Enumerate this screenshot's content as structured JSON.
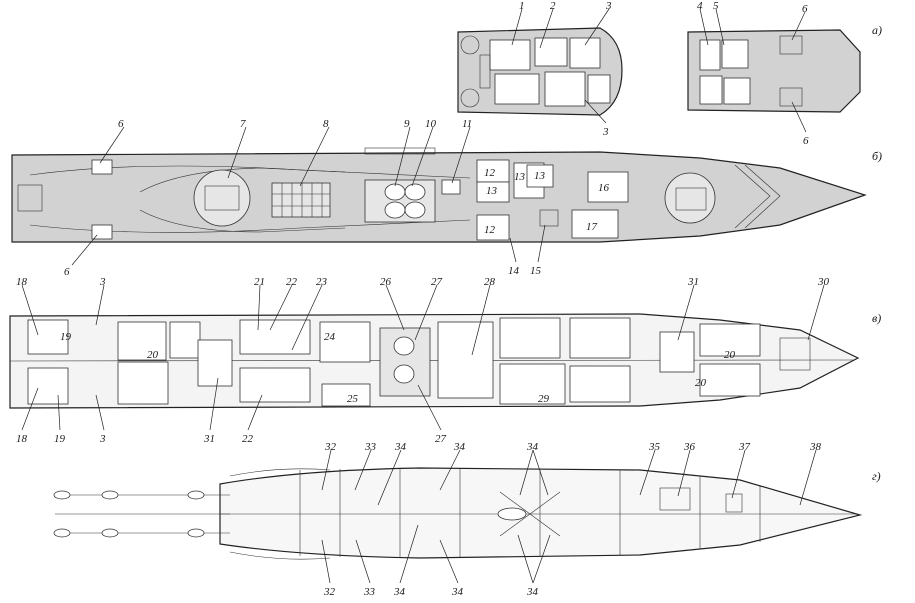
{
  "views": [
    {
      "id": "a",
      "label": "а)"
    },
    {
      "id": "b",
      "label": "б)"
    },
    {
      "id": "v",
      "label": "в)"
    },
    {
      "id": "g",
      "label": "г)"
    }
  ],
  "callouts_a": [
    "1",
    "2",
    "3",
    "3",
    "4",
    "5",
    "6",
    "6"
  ],
  "callouts_b": [
    "6",
    "7",
    "8",
    "9",
    "10",
    "11",
    "6",
    "14",
    "15"
  ],
  "rooms_b": [
    "12",
    "13",
    "13",
    "13",
    "16",
    "12",
    "17"
  ],
  "callouts_v": [
    "18",
    "3",
    "21",
    "22",
    "23",
    "26",
    "27",
    "28",
    "31",
    "30",
    "18",
    "19",
    "3",
    "31",
    "22",
    "27"
  ],
  "rooms_v": [
    "19",
    "20",
    "24",
    "25",
    "29",
    "20",
    "20"
  ],
  "callouts_g_top": [
    "32",
    "33",
    "34",
    "34",
    "34",
    "35",
    "36",
    "37",
    "38"
  ],
  "callouts_g_bottom": [
    "32",
    "33",
    "34",
    "34",
    "34"
  ]
}
